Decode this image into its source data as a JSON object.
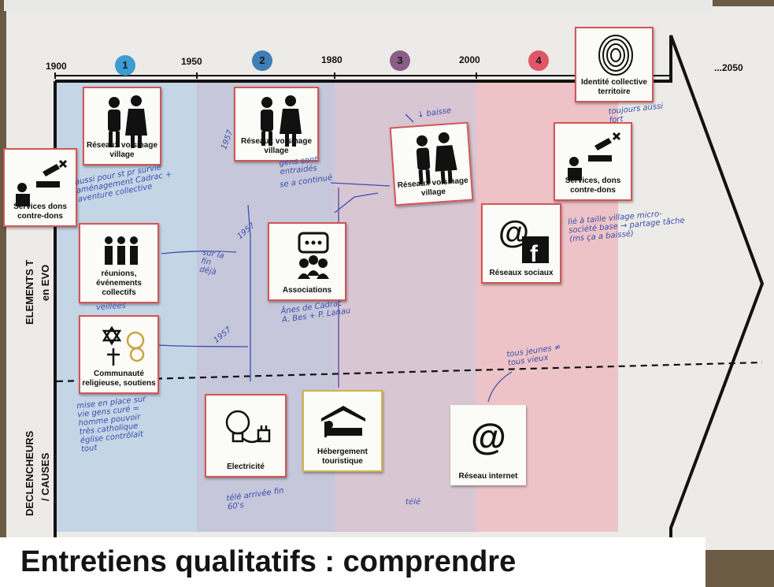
{
  "caption": "Entretiens qualitatifs : comprendre",
  "timeline": {
    "years": [
      "1900",
      "1950",
      "1980",
      "2000",
      "...2050"
    ],
    "periods": [
      {
        "label": "1",
        "color": "#3d9cd0"
      },
      {
        "label": "2",
        "color": "#3f7fb8"
      },
      {
        "label": "3",
        "color": "#8a5d86"
      },
      {
        "label": "4",
        "color": "#e05666"
      }
    ]
  },
  "axis_labels": {
    "upper_line1": "ELEMENTS T",
    "upper_line2": "en EVO",
    "lower_line1": "DECLENCHEURS",
    "lower_line2": "/ CAUSES"
  },
  "cards": {
    "identite": "Identité collective territoire",
    "reseaux_1": "Réseaux voisinage village",
    "reseaux_2": "Réseaux voisinage village",
    "reseaux_3": "Réseaux voisinage village",
    "services_left": "Services dons contre-dons",
    "services_right": "Services, dons contre-dons",
    "reunions": "réunions, événements collectifs",
    "communaute": "Communauté religieuse, soutiens",
    "associations": "Associations",
    "reseaux_sociaux": "Réseaux sociaux",
    "electricite": "Electricité",
    "hebergement": "Hébergement touristique",
    "reseau_internet": "Réseau internet"
  },
  "notes": {
    "toujours": "toujours aussi fort",
    "baisse": "↓ baisse",
    "y1957_top": "1957",
    "y1957_mid": "1957",
    "y1957_low": "1957",
    "gens_sont": "gens sont entraidés",
    "se_continue": "se a continué",
    "col1_note": "aussi pour st pr survie aménagement Cadrac + aventure collective",
    "sur_la": "sur la fin déjà",
    "veillees": "veillées",
    "lie_village": "lié à taille village micro-société base → partage tâche (ms ça a baissé)",
    "anes": "Ânes de Cadrac A. Bes + P. Lanau",
    "tous_jeunes": "tous jeunes ≠ tous vieux",
    "mise_en_place": "mise en place sur vie gens curé = homme pouvoir très catholique église contrôlait tout",
    "tele_arrivee": "télé arrivée fin 60's",
    "tele": "télé"
  }
}
